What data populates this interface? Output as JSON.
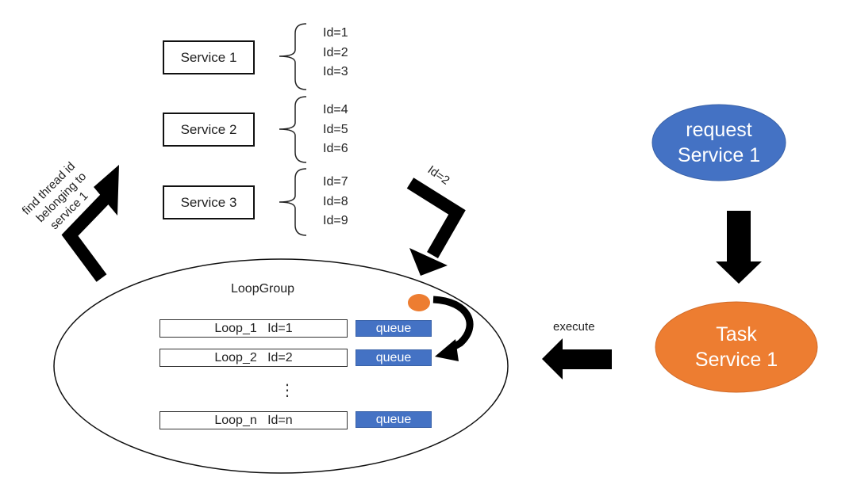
{
  "services": [
    {
      "label": "Service 1",
      "ids": [
        "Id=1",
        "Id=2",
        "Id=3"
      ]
    },
    {
      "label": "Service 2",
      "ids": [
        "Id=4",
        "Id=5",
        "Id=6"
      ]
    },
    {
      "label": "Service 3",
      "ids": [
        "Id=7",
        "Id=8",
        "Id=9"
      ]
    }
  ],
  "annotations": {
    "find_thread": [
      "find thread id",
      "belonging to",
      "service 1"
    ],
    "selected_id": "Id=2",
    "execute": "execute"
  },
  "loop_group": {
    "title": "LoopGroup",
    "loops": [
      {
        "label": "Loop_1   Id=1",
        "queue": "queue"
      },
      {
        "label": "Loop_2   Id=2",
        "queue": "queue"
      },
      {
        "label": "Loop_n   Id=n",
        "queue": "queue"
      }
    ],
    "ellipsis": "⋮"
  },
  "request_node": {
    "line1": "request",
    "line2": "Service 1",
    "color": "#4472c4"
  },
  "task_node": {
    "line1": "Task",
    "line2": "Service 1",
    "color": "#ed7d31"
  },
  "colors": {
    "queue": "#4472c4",
    "task_dot": "#ed7d31",
    "arrow": "#000000"
  }
}
